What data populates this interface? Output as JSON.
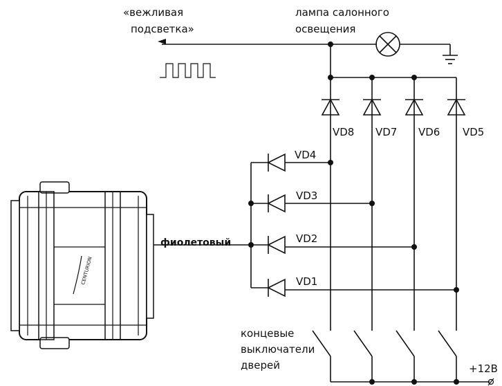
{
  "labels": {
    "courtesy_light_line1": "«вежливая",
    "courtesy_light_line2": "подсветка»",
    "lamp_line1": "лампа салонного",
    "lamp_line2": "освещения",
    "wire_color": "фиолетовый",
    "door_switches_line1": "концевые",
    "door_switches_line2": "выключатели",
    "door_switches_line3": "дверей",
    "power": "+12В",
    "brand": "CENTURION"
  },
  "diodes": {
    "vd1": "VD1",
    "vd2": "VD2",
    "vd3": "VD3",
    "vd4": "VD4",
    "vd5": "VD5",
    "vd6": "VD6",
    "vd7": "VD7",
    "vd8": "VD8"
  },
  "colors": {
    "line": "#111111",
    "background": "#ffffff"
  }
}
